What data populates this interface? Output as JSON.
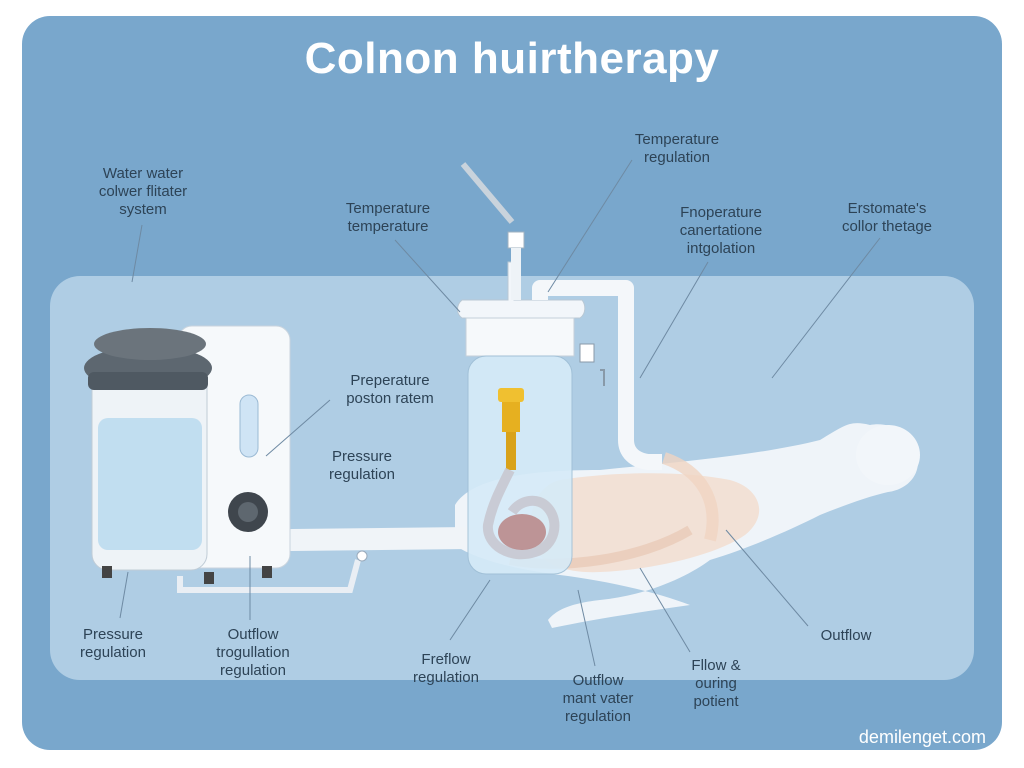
{
  "title": "Colnon huirtherapy",
  "credit": "demilenget.com",
  "labels": {
    "water_filter": "Water water\ncolwer flitater\nsystem",
    "temp_top_right": "Temperature\nregulation",
    "temp_temperature": "Temperature\ntemperature",
    "fnoperature": "Fnoperature\ncanertatione\nintgolation",
    "erstomate": "Erstomate's\ncollor thetage",
    "preperature": "Preperature\nposton ratem",
    "pressure_mid": "Pressure\nregulation",
    "pressure_left": "Pressure\nregulation",
    "outflow_trog": "Outflow\ntrogullation\nregulation",
    "freflow": "Freflow\nregulation",
    "outflow_mant": "Outflow\nmant vater\nregulation",
    "fllow_ouring": "Fllow &\nouring\npotient",
    "outflow_right": "Outflow"
  },
  "colors": {
    "outer_panel": "#79a7cc",
    "inner_panel": "#b8d4e8",
    "title": "#ffffff"
  }
}
